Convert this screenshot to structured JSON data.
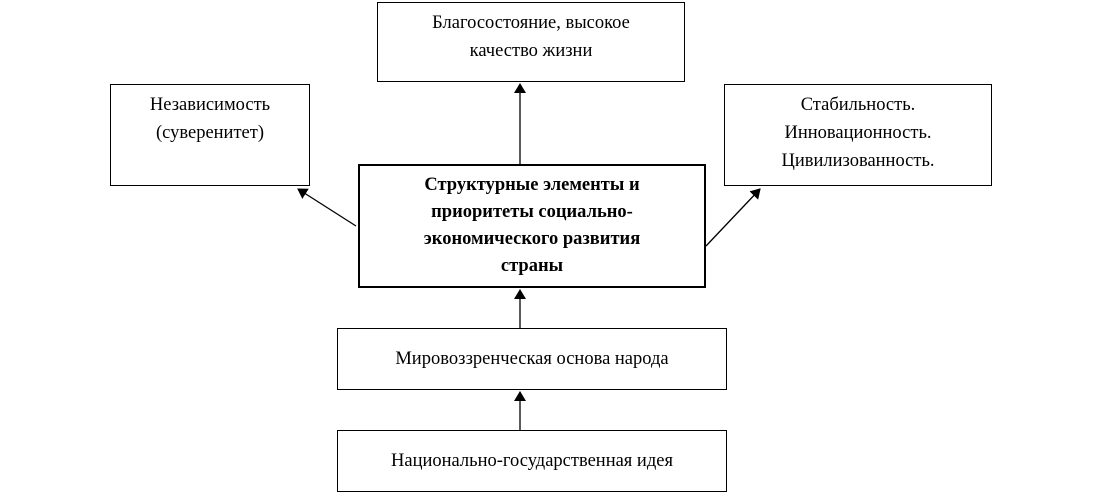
{
  "diagram": {
    "nodes": {
      "wellbeing": "Благосостояние, высокое\nкачество жизни",
      "independence": "Независимость\n(суверенитет)",
      "stability": "Стабильность.\nИнновационность.\nЦивилизованность.",
      "core": "Структурные элементы и\nприоритеты социально-\nэкономического развития\nстраны",
      "worldview": "Мировоззренческая основа народа",
      "idea": "Национально-государственная идея"
    },
    "edges": [
      {
        "from": "idea",
        "to": "worldview"
      },
      {
        "from": "worldview",
        "to": "core"
      },
      {
        "from": "core",
        "to": "wellbeing"
      },
      {
        "from": "core",
        "to": "independence"
      },
      {
        "from": "core",
        "to": "stability"
      }
    ]
  }
}
